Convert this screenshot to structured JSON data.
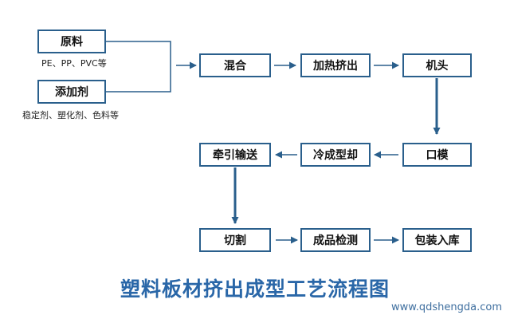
{
  "nodes": {
    "raw_material": "原料",
    "additive": "添加剂",
    "mixing": "混合",
    "heating_extrusion": "加热挤出",
    "die_head": "机头",
    "die": "口模",
    "cooling": "冷成型却",
    "haul_off": "牵引输送",
    "cutting": "切割",
    "inspection": "成品检测",
    "packaging": "包装入库"
  },
  "notes": {
    "raw_material": "PE、PP、PVC等",
    "additive": "稳定剂、塑化剂、色料等"
  },
  "title": "塑料板材挤出成型工艺流程图",
  "watermark": "www.qdshengda.com",
  "colors": {
    "node_border": "#2a5f8c",
    "arrow": "#2a5f8c",
    "title": "#2a67a8"
  }
}
